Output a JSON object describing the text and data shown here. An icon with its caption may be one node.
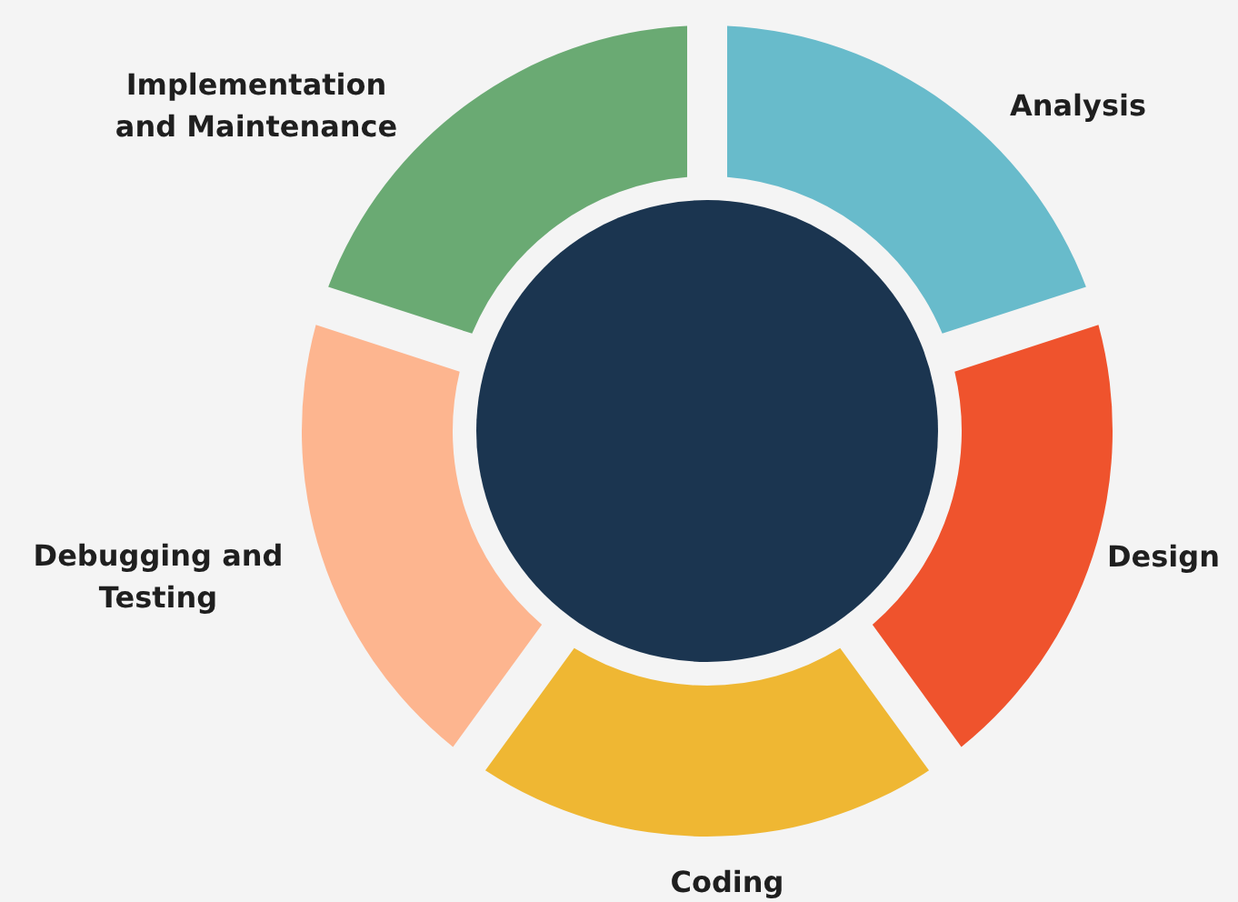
{
  "diagram": {
    "nodes": [
      {
        "text": [
          "Analysis"
        ]
      },
      {
        "text": [
          "Design"
        ]
      },
      {
        "text": [
          "Coding"
        ]
      },
      {
        "text": [
          "Debugging and Testing"
        ]
      },
      {
        "text": [
          "Implementation and Maintenance"
        ]
      },
      {
        "text": [],
        "shape": "circle"
      }
    ]
  }
}
